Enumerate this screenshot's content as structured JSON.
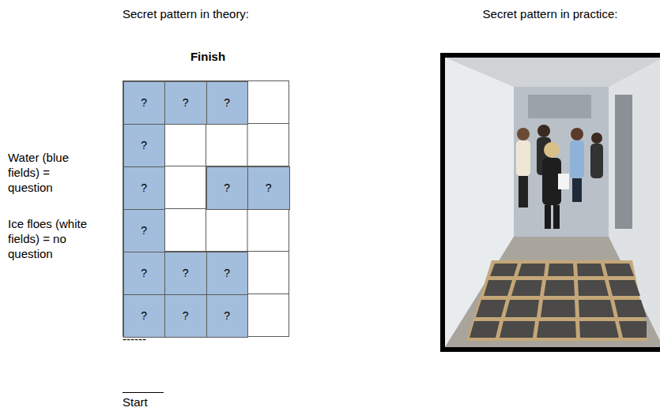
{
  "diagram": {
    "nodes": [
      {
        "text": [
          "?"
        ]
      },
      {
        "text": [
          "?"
        ]
      },
      {
        "text": [
          "?"
        ]
      },
      {
        "text": [
          "?"
        ]
      },
      {
        "text": [
          "?"
        ]
      },
      {
        "text": [
          "?"
        ]
      },
      {
        "text": [
          "?"
        ]
      },
      {
        "text": [
          "?"
        ]
      },
      {
        "text": [
          "?"
        ]
      },
      {
        "text": [
          "?"
        ]
      },
      {
        "text": [
          "?"
        ]
      },
      {
        "text": [
          "?"
        ]
      },
      {
        "text": [
          "?"
        ]
      },
      {
        "text": [
          "?"
        ]
      }
    ],
    "labels": [
      "Secret pattern in theory:",
      "Secret pattern in practice:",
      "Finish",
      "Water (blue fields) = question",
      "Ice floes (white fields) = no question",
      "------",
      "Start"
    ]
  }
}
